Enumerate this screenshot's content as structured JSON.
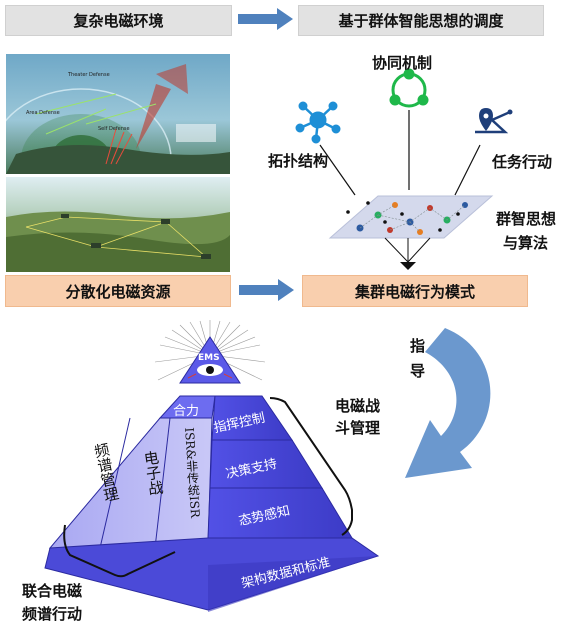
{
  "top_row": {
    "left_box": "复杂电磁环境",
    "right_box": "基于群体智能思想的调度"
  },
  "middle_row": {
    "left_box": "分散化电磁资源",
    "right_box": "集群电磁行为模式"
  },
  "swarm": {
    "coordination_label": "协同机制",
    "topology_label": "拓扑结构",
    "mission_label": "任务行动",
    "algo_label_line1": "群智思想",
    "algo_label_line2": "与算法"
  },
  "photos": {
    "top_small_labels": [
      "Theater Defense",
      "Area Defense",
      "Self Defense"
    ]
  },
  "guide_label": [
    "指",
    "导"
  ],
  "pyramid": {
    "apex_text": "EMS",
    "synergy": "合力",
    "left_faces": [
      "频谱管理",
      "电子战",
      "ISR&非传统ISR"
    ],
    "right_faces": [
      "指挥控制",
      "决策支持",
      "态势感知"
    ],
    "base": "架构数据和标准"
  },
  "bracket_labels": {
    "battle_mgmt_line1": "电磁战",
    "battle_mgmt_line2": "斗管理",
    "joint_ops_line1": "联合电磁",
    "joint_ops_line2": "频谱行动"
  },
  "colors": {
    "box_gray": "#e2e2e2",
    "box_orange": "#f9cfae",
    "arrow_blue": "#4f81bd",
    "pyramid_light": "#b8b7f4",
    "pyramid_mid": "#6d6cf0",
    "pyramid_dark": "#3d3cc8"
  }
}
